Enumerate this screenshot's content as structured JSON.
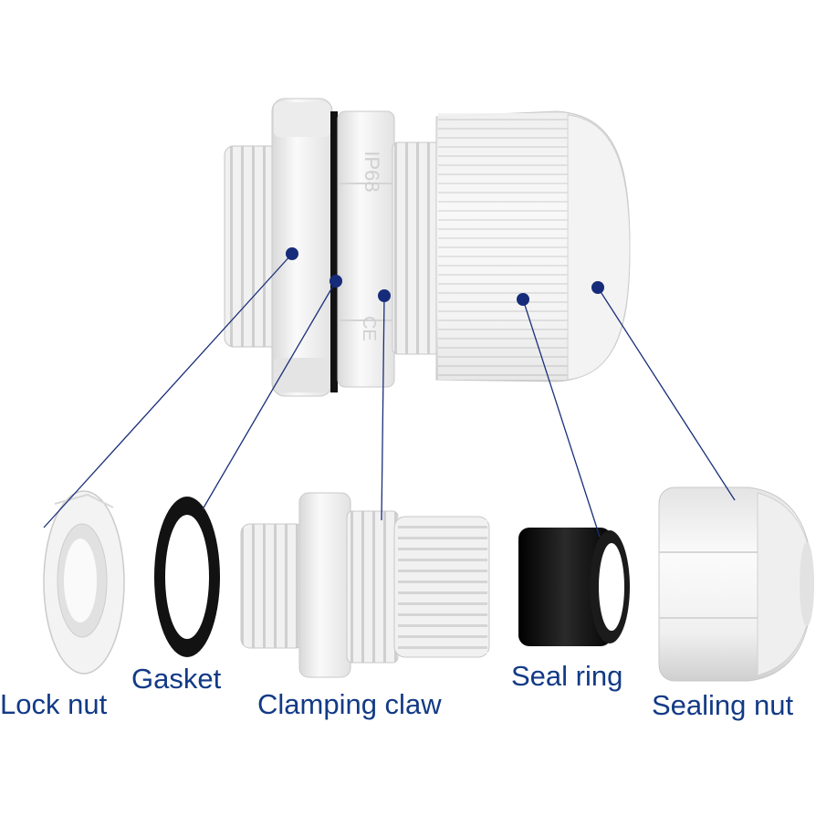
{
  "stamp": "IP68",
  "ce_mark": "CE",
  "labels": {
    "lock_nut": "Lock nut",
    "gasket": "Gasket",
    "clamping_claw": "Clamping claw",
    "seal_ring": "Seal ring",
    "sealing_nut": "Sealing nut"
  },
  "colors": {
    "label_text": "#123a86",
    "leader_line": "#1a2f7a",
    "plastic": "#f2f2f2",
    "rubber": "#111111"
  }
}
